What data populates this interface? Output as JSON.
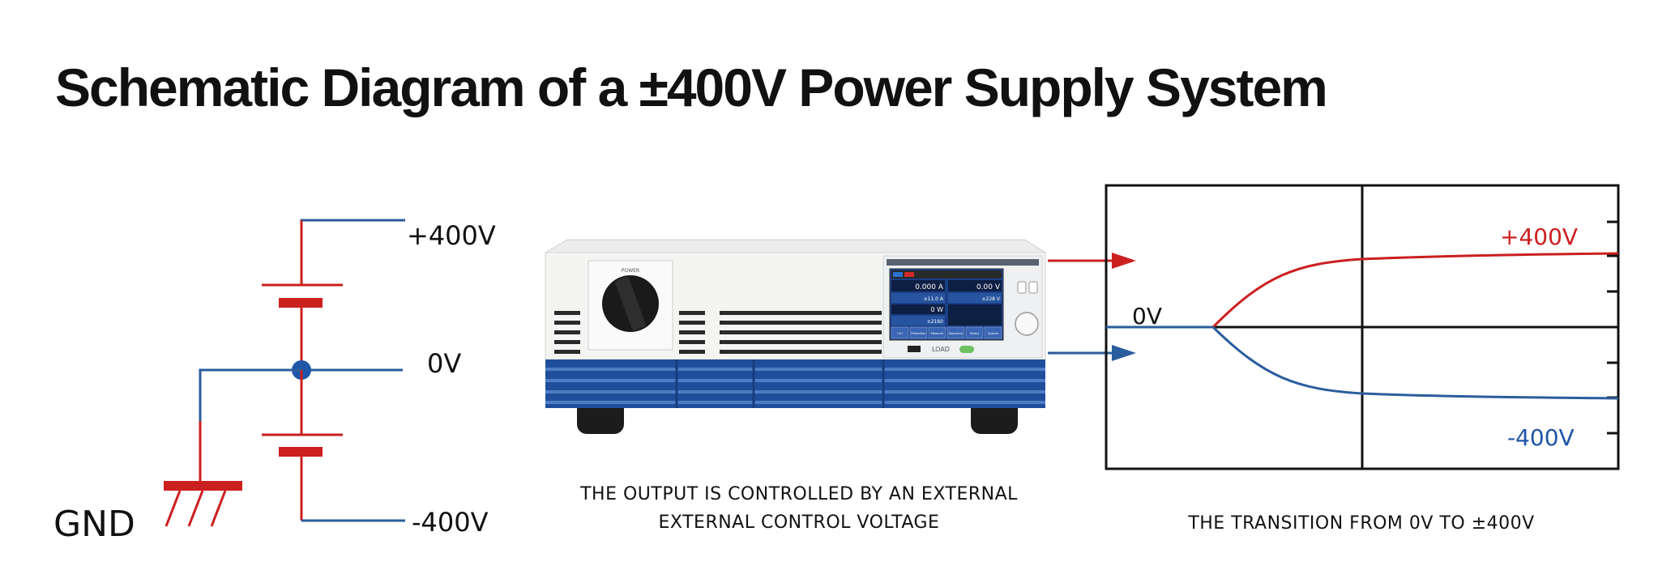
{
  "title": "Schematic Diagram of a ±400V Power Supply System",
  "schematic": {
    "plus_label": "+400V",
    "zero_label": "0V",
    "minus_label": "-400V",
    "gnd_label": "GND"
  },
  "device": {
    "power_label": "POWER",
    "screen": {
      "current": "0.000 A",
      "voltage": "0.00 V",
      "power": "0 W",
      "lim1": "±11.0 A",
      "lim2": "±228 V",
      "lim3": "±2160",
      "tabs": [
        "Ctrl",
        "Protection",
        "Measure",
        "Sequence",
        "Status",
        "System"
      ]
    },
    "load_label": "LOAD"
  },
  "device_caption": {
    "line1": "THE OUTPUT  IS CONTROLLED  BY AN  EXTERNAL",
    "line2": "EXTERNAL  CONTROL  VOLTAGE"
  },
  "graph": {
    "zero_label": "0V",
    "plus_label": "+400V",
    "minus_label": "-400V",
    "caption": "THE TRANSITION  FROM  0V TO ±400V"
  },
  "colors": {
    "red": "#cc1f1f",
    "blue": "#2a5d9e",
    "device_blue": "#1f4f9c"
  }
}
